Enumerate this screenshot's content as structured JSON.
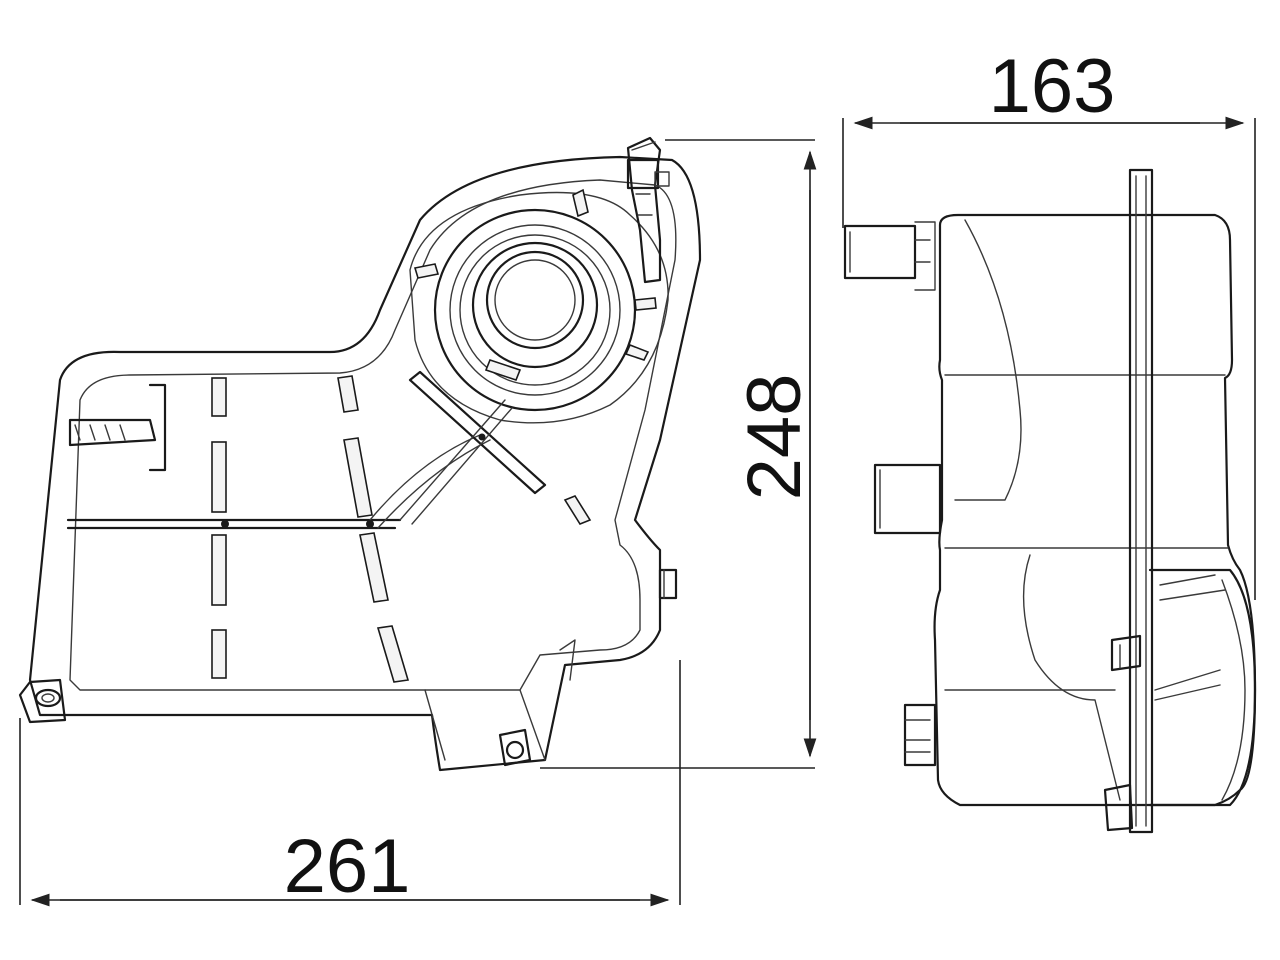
{
  "dimensions": {
    "width": "261",
    "height": "248",
    "depth": "163"
  }
}
